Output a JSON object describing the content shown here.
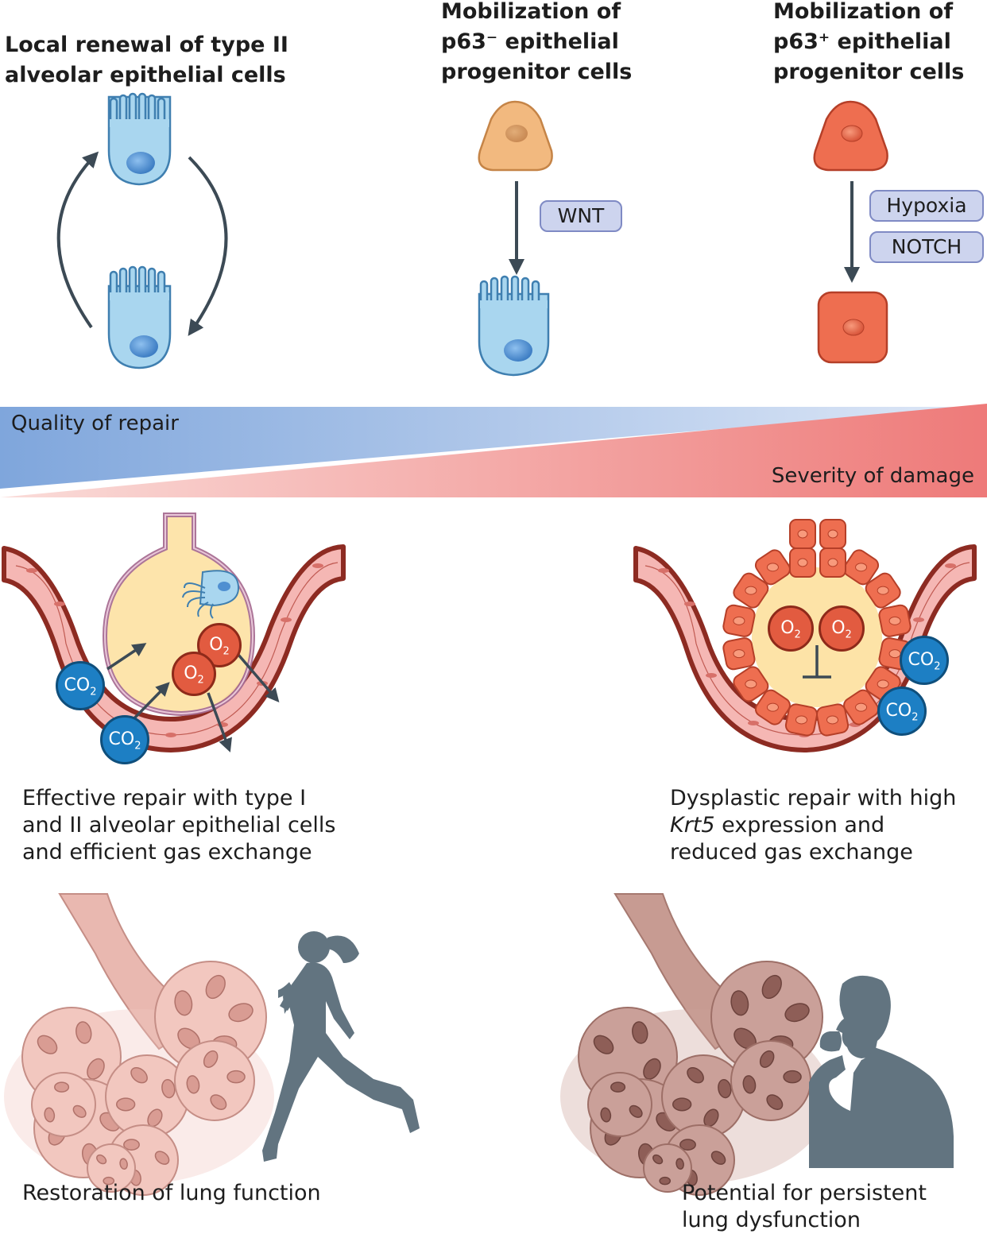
{
  "headings": {
    "local_renewal": [
      "Local renewal of type II",
      "alveolar epithelial cells"
    ],
    "p63_negative": [
      "Mobilization of",
      "p63⁻ epithelial",
      "progenitor cells"
    ],
    "p63_positive": [
      "Mobilization of",
      "p63⁺ epithelial",
      "progenitor cells"
    ]
  },
  "signals": {
    "wnt": "WNT",
    "hypoxia": "Hypoxia",
    "notch": "NOTCH"
  },
  "gradient": {
    "quality": "Quality of repair",
    "severity": "Severity of damage",
    "quality_color": "#7fa6dc",
    "severity_color": "#ee7a79"
  },
  "molecules": {
    "co2": "CO",
    "o2": "O",
    "subscript": "2"
  },
  "captions": {
    "effective": [
      "Effective repair with type I",
      "and II alveolar epithelial cells",
      "and efficient gas exchange"
    ],
    "dysplastic_line1": "Dysplastic repair with high",
    "dysplastic_gene": "Krt5",
    "dysplastic_line2_rest": " expression and",
    "dysplastic_line3": "reduced gas exchange",
    "restoration": "Restoration of lung function",
    "persistent": [
      "Potential for persistent",
      "lung dysfunction"
    ]
  },
  "colors": {
    "type2_cell": "#a9d6ef",
    "nucleus_blue": "#4f8fd1",
    "p63neg_cell": "#f2b97f",
    "p63pos_cell": "#ee6e50",
    "alveolus_fill": "#fde3a7",
    "vessel_wall": "#f5b7b4",
    "vessel_edge": "#8d2b22",
    "arrow": "#3c4a55",
    "silhouette": "#627480"
  }
}
